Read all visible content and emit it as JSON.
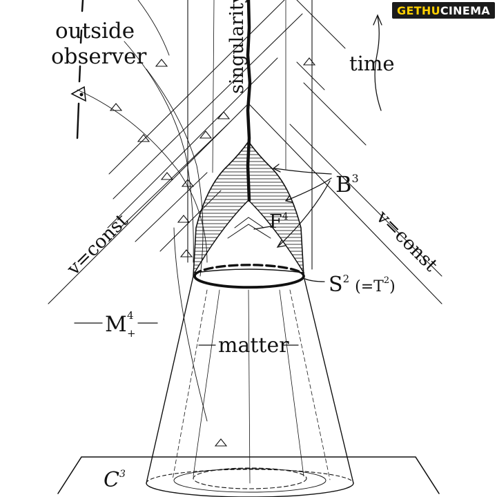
{
  "watermark": {
    "part1": "GETHU",
    "part2": "CINEMA"
  },
  "labels": {
    "outside": "outside",
    "observer": "observer",
    "singularity": "singularity",
    "time": "time",
    "b3": "B",
    "b3_sup": "3",
    "f4": "F",
    "f4_sup": "4",
    "v_const_left": "v=const",
    "v_const_right": "v=const",
    "s2": "S",
    "s2_sup": "2",
    "t2_prefix": "(=T",
    "t2_sup": "2",
    "t2_suffix": ")",
    "m4": "M",
    "m4_sup": "4",
    "m4_sub": "+",
    "matter": "matter",
    "c3": "C",
    "c3_sup": "3"
  },
  "icons": [
    "eye-icon"
  ]
}
